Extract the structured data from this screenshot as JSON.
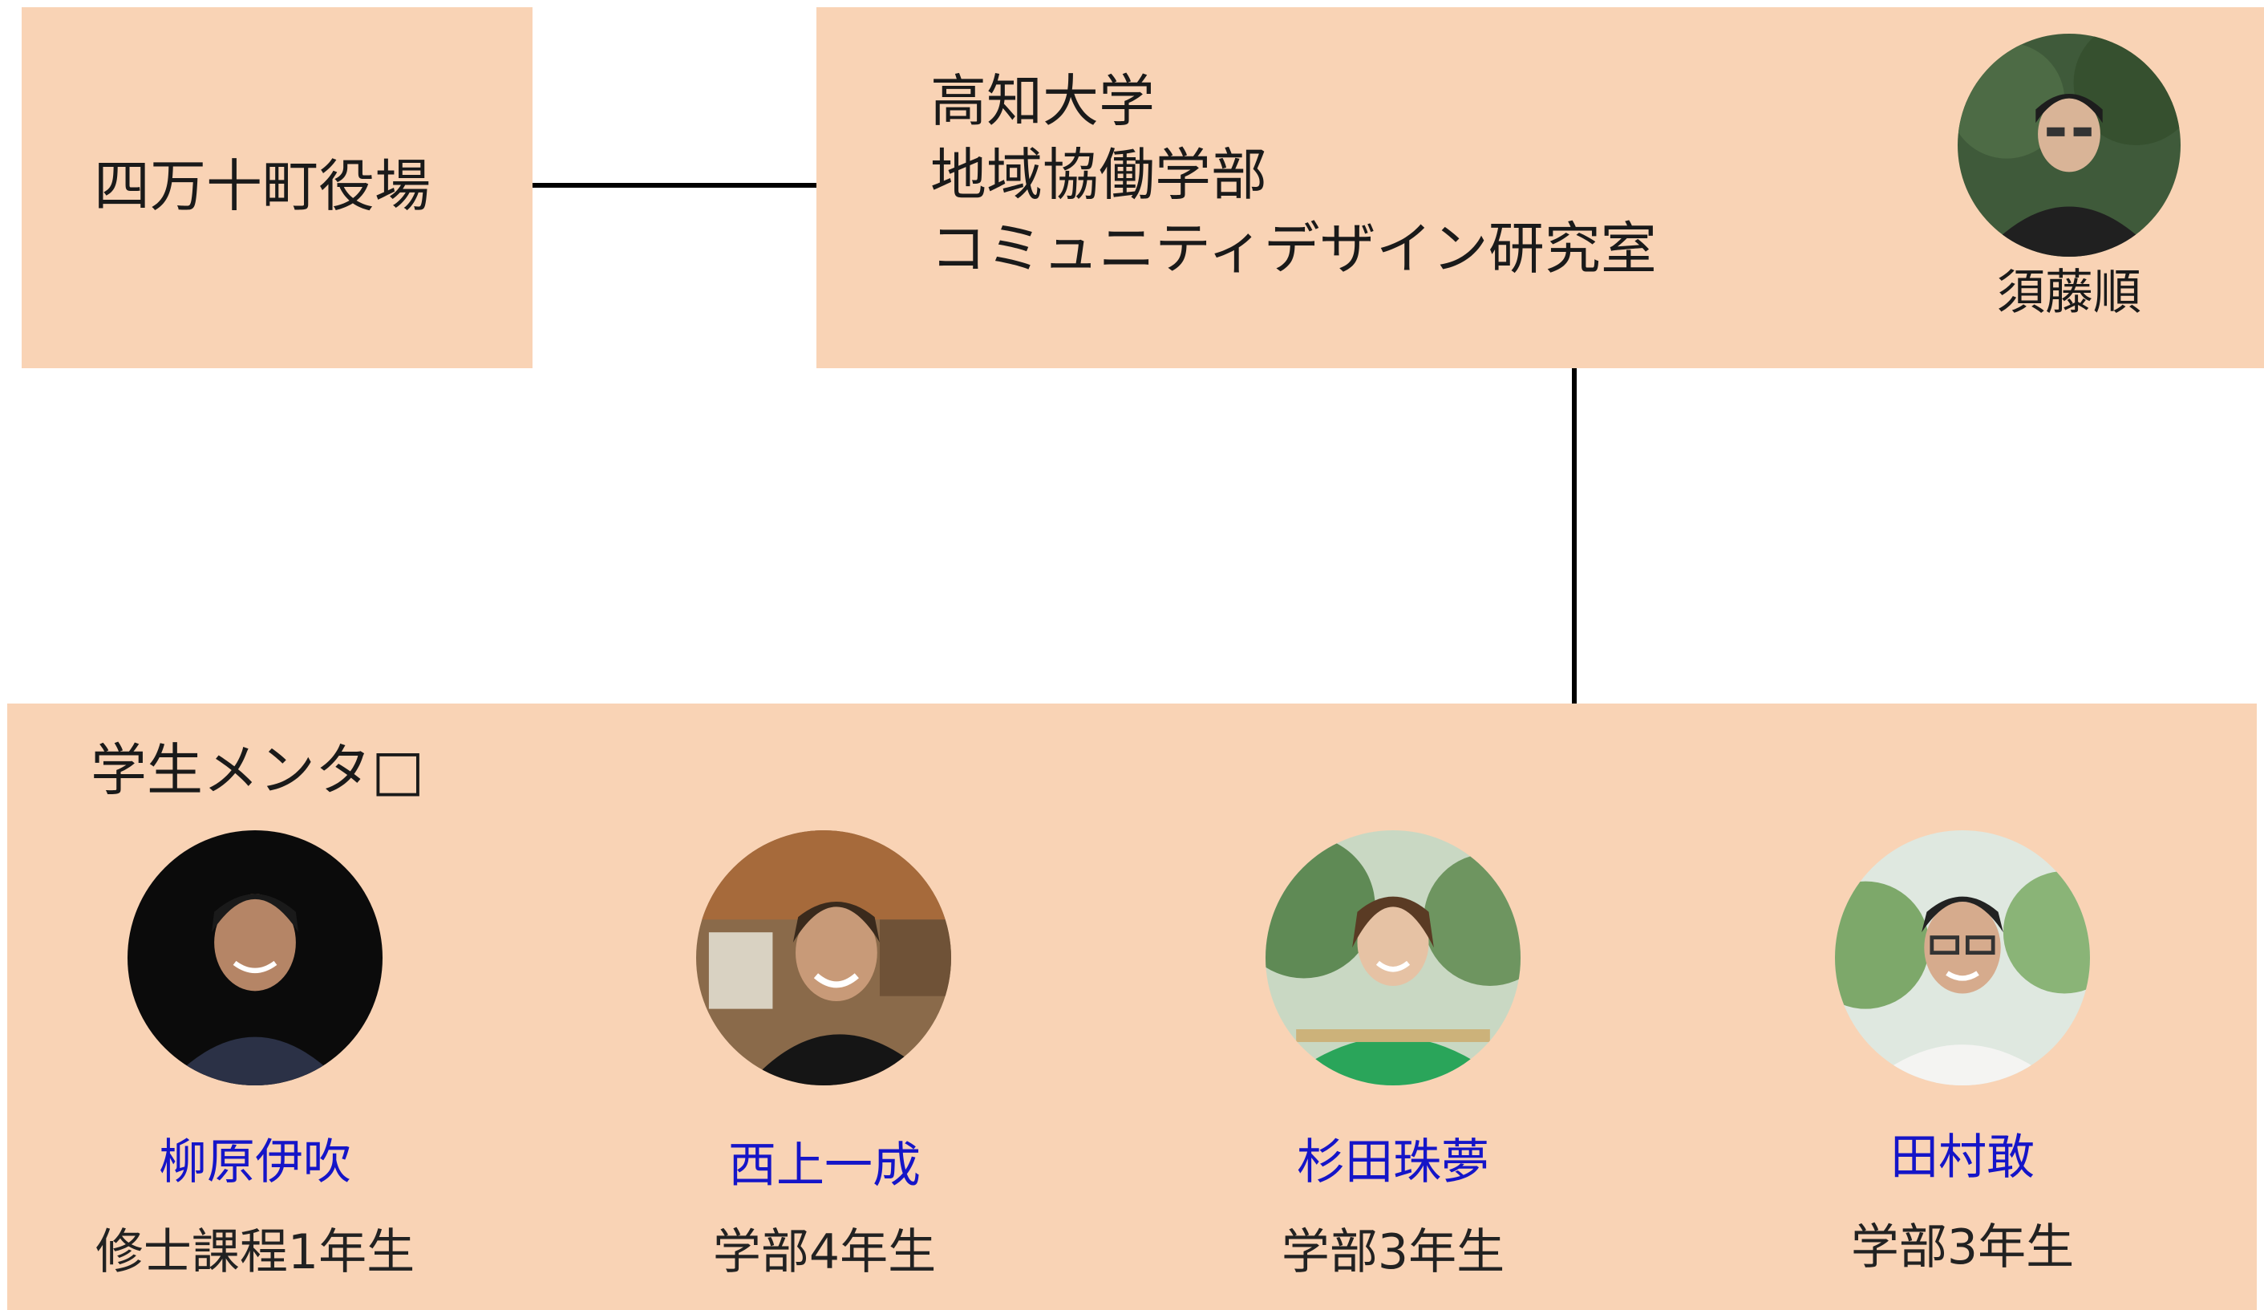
{
  "town": {
    "title": "四万十町役場"
  },
  "lab": {
    "lines": [
      "高知大学",
      "地域協働学部",
      "コミュニティデザイン研究室"
    ],
    "professor": {
      "name": "須藤順"
    }
  },
  "mentors": {
    "title": "学生メンタ□",
    "people": [
      {
        "name": "柳原伊吹",
        "grade": "修士課程1年生"
      },
      {
        "name": "西上一成",
        "grade": "学部4年生"
      },
      {
        "name": "杉田珠夢",
        "grade": "学部3年生"
      },
      {
        "name": "田村敢",
        "grade": "学部3年生"
      }
    ]
  },
  "colors": {
    "box_fill": "#f9d3b5",
    "connector": "#000000",
    "mentor_name": "#1515c8"
  }
}
